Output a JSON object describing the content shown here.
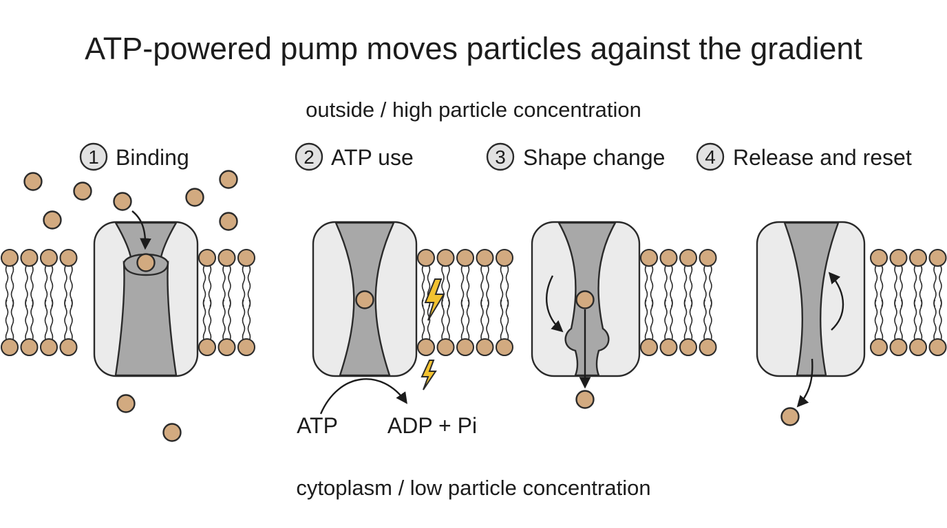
{
  "title": "ATP-powered pump moves particles against the gradient",
  "outside_label": "outside / high particle concentration",
  "inside_label": "cytoplasm / low particle concentration",
  "steps": [
    {
      "number": "1",
      "label": "Binding"
    },
    {
      "number": "2",
      "label": "ATP use"
    },
    {
      "number": "3",
      "label": "Shape change"
    },
    {
      "number": "4",
      "label": "Release and reset"
    }
  ],
  "reaction": {
    "reactant": "ATP",
    "product": "ADP + Pi"
  },
  "colors": {
    "particle": "#d2aa80",
    "protein_light": "#ebebeb",
    "protein_dark": "#a8a8a8",
    "energy": "#f2c230",
    "outline": "#2a2a2a"
  },
  "icons": {
    "energy": "lightning-bolt-icon"
  }
}
